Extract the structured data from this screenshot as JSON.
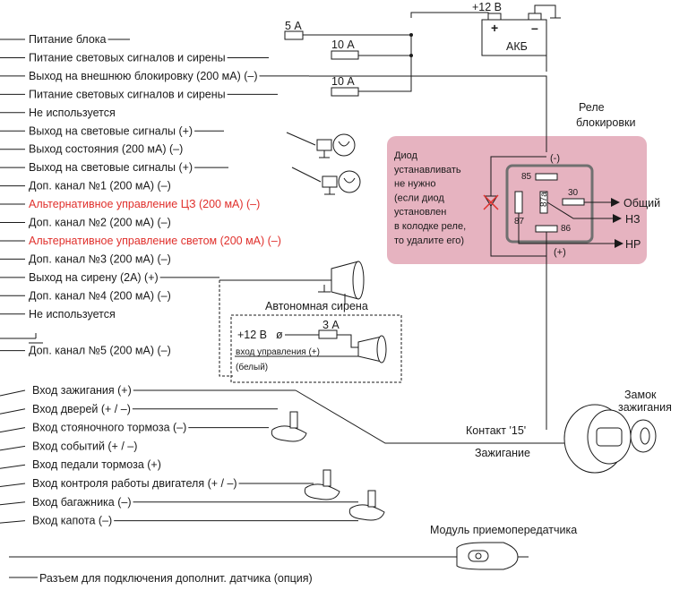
{
  "wires_left": [
    {
      "label": "Питание блока",
      "red": false
    },
    {
      "label": "Питание световых сигналов и сирены",
      "red": false
    },
    {
      "label": "Выход на  внешнюю блокировку (200 мА) (–)",
      "red": false
    },
    {
      "label": "Питание световых сигналов и сирены",
      "red": false
    },
    {
      "label": "Не используется",
      "red": false
    },
    {
      "label": "Выход на световые сигналы (+)",
      "red": false
    },
    {
      "label": "Выход состояния (200 мА) (–)",
      "red": false
    },
    {
      "label": "Выход на световые сигналы (+)",
      "red": false
    },
    {
      "label": "Доп. канал №1 (200 мА) (–)",
      "red": false
    },
    {
      "label": "Альтернативное управление ЦЗ  (200 мА) (–)",
      "red": true
    },
    {
      "label": "Доп. канал №2 (200 мА) (–)",
      "red": false
    },
    {
      "label": "Альтернативное управление светом (200 мА) (–)",
      "red": true
    },
    {
      "label": "Доп. канал №3 (200 мА) (–)",
      "red": false
    },
    {
      "label": "Выход на сирену (2А) (+)",
      "red": false
    },
    {
      "label": "Доп. канал №4 (200 мА) (–)",
      "red": false
    },
    {
      "label": "Не используется",
      "red": false
    },
    {
      "label": "",
      "red": false
    },
    {
      "label": "Доп. канал №5 (200 мА) (–)",
      "red": false
    }
  ],
  "wires_inputs": [
    "Вход зажигания (+)",
    "Вход дверей (+ / –)",
    "Вход стояночного тормоза (–)",
    "Вход событий (+ / –)",
    "Вход педали тормоза (+)",
    "Вход контроля работы двигателя (+ / –)",
    "Вход багажника (–)",
    "Вход капота (–)"
  ],
  "fuses": {
    "f1": "5 А",
    "f2": "10 А",
    "f3": "10 А",
    "siren": "3 А"
  },
  "battery": {
    "voltage": "+12 В",
    "label": "АКБ",
    "plus": "+",
    "minus": "–"
  },
  "relay": {
    "title_line1": "Реле",
    "title_line2": "блокировки",
    "pin85": "85",
    "pin86": "86",
    "pin87": "87",
    "pin87a": "87a",
    "pin30": "30",
    "neg": "(-)",
    "pos": "(+)",
    "out_common": "Общий",
    "out_nc": "НЗ",
    "out_no": "НР"
  },
  "diode_note": [
    "Диод",
    "устанавливать",
    "не нужно",
    "(если диод",
    "установлен",
    "в колодке реле,",
    "то удалите его)"
  ],
  "siren_box": {
    "title": "Автономная сирена",
    "voltage": "+12 В",
    "symbol": "ø",
    "input_label": "вход управления (+)",
    "color_label": "(белый)"
  },
  "ignition": {
    "contact": "Контакт  '15'",
    "label": "Зажигание",
    "lock_line1": "Замок",
    "lock_line2": "зажигания"
  },
  "transceiver_label": "Модуль приемопередатчика",
  "sensor_connector": "Разъем для подключения дополнит. датчика (опция)",
  "colors": {
    "accent_red": "#e0302c",
    "relay_bg": "#e6b3c0",
    "relay_frame": "#707070"
  }
}
